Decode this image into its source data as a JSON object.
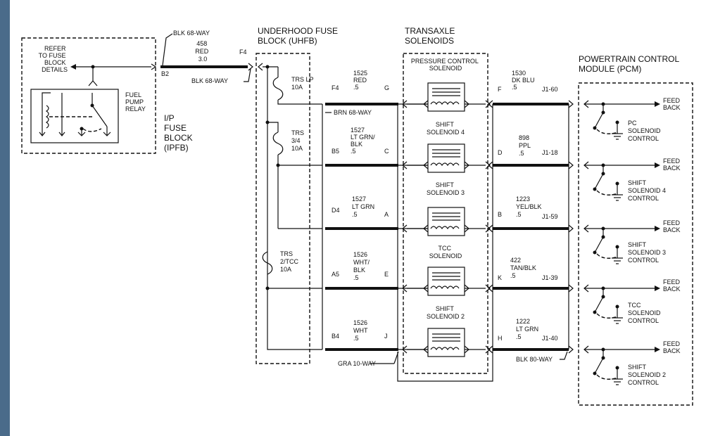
{
  "ipfb": {
    "refer": [
      "REFER",
      "TO FUSE",
      "BLOCK",
      "DETAILS"
    ],
    "relay": [
      "FUEL",
      "PUMP",
      "RELAY"
    ],
    "title": [
      "I/P",
      "FUSE",
      "BLOCK",
      "(IPFB)"
    ],
    "pin": "B2"
  },
  "feed_wire": {
    "connector_top": "BLK 68-WAY",
    "circuit": "458",
    "color": "RED",
    "gauge": "3.0",
    "pin": "F4",
    "connector_bottom": "BLK 68-WAY"
  },
  "uhfb": {
    "title": [
      "UNDERHOOD FUSE",
      "BLOCK (UHFB)"
    ],
    "fuses": [
      {
        "label": [
          "TRS LP",
          "10A"
        ]
      },
      {
        "label": [
          "TRS",
          "3/4",
          "10A"
        ]
      },
      {
        "label": [
          "TRS",
          "2/TCC",
          "10A"
        ]
      }
    ],
    "connector_top": "BRN 68-WAY",
    "connector_bottom": "GRA 10-WAY"
  },
  "transaxle": {
    "title": [
      "TRANSAXLE",
      "SOLENOIDS"
    ],
    "solenoids": [
      {
        "label": [
          "PRESSURE CONTROL",
          "SOLENOID"
        ]
      },
      {
        "label": [
          "SHIFT",
          "SOLENOID 4"
        ]
      },
      {
        "label": [
          "SHIFT",
          "SOLENOID 3"
        ]
      },
      {
        "label": [
          "TCC",
          "SOLENOID"
        ]
      },
      {
        "label": [
          "SHIFT",
          "SOLENOID 2"
        ]
      }
    ]
  },
  "input_circuits": [
    {
      "pin_left": "F4",
      "circuit": [
        "1525",
        "RED",
        ".5"
      ],
      "pin_right": "G"
    },
    {
      "pin_left": "B5",
      "circuit": [
        "1527",
        "LT GRN/",
        "BLK",
        ".5"
      ],
      "pin_right": "C"
    },
    {
      "pin_left": "D4",
      "circuit": [
        "1527",
        "LT GRN",
        ".5"
      ],
      "pin_right": "A"
    },
    {
      "pin_left": "A5",
      "circuit": [
        "1526",
        "WHT/",
        "BLK",
        ".5"
      ],
      "pin_right": "E"
    },
    {
      "pin_left": "B4",
      "circuit": [
        "1526",
        "WHT",
        ".5"
      ],
      "pin_right": "J"
    }
  ],
  "output_circuits": [
    {
      "pin_left": "F",
      "circuit": [
        "1530",
        "DK BLU",
        ".5"
      ],
      "pin_right": "J1-60"
    },
    {
      "pin_left": "D",
      "circuit": [
        "898",
        "PPL",
        ".5"
      ],
      "pin_right": "J1-18"
    },
    {
      "pin_left": "B",
      "circuit": [
        "1223",
        "YEL/BLK",
        ".5"
      ],
      "pin_right": "J1-59"
    },
    {
      "pin_left": "K",
      "circuit": [
        "422",
        "TAN/BLK",
        ".5"
      ],
      "pin_right": "J1-39"
    },
    {
      "pin_left": "H",
      "circuit": [
        "1222",
        "LT GRN",
        ".5"
      ],
      "pin_right": "J1-40"
    }
  ],
  "output_connector": "BLK 80-WAY",
  "pcm": {
    "title": [
      "POWERTRAIN CONTROL",
      "MODULE (PCM)"
    ],
    "channels": [
      {
        "feedback": [
          "FEED",
          "BACK"
        ],
        "control": [
          "PC",
          "SOLENOID",
          "CONTROL"
        ]
      },
      {
        "feedback": [
          "FEED",
          "BACK"
        ],
        "control": [
          "SHIFT",
          "SOLENOID 4",
          "CONTROL"
        ]
      },
      {
        "feedback": [
          "FEED",
          "BACK"
        ],
        "control": [
          "SHIFT",
          "SOLENOID 3",
          "CONTROL"
        ]
      },
      {
        "feedback": [
          "FEED",
          "BACK"
        ],
        "control": [
          "TCC",
          "SOLENOID",
          "CONTROL"
        ]
      },
      {
        "feedback": [
          "FEED",
          "BACK"
        ],
        "control": [
          "SHIFT",
          "SOLENOID 2",
          "CONTROL"
        ]
      }
    ]
  }
}
